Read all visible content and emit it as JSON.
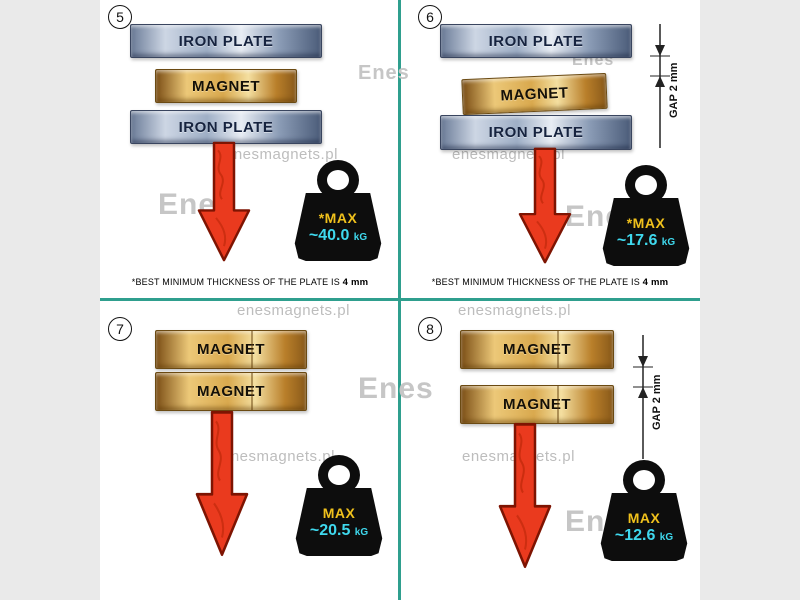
{
  "panels": [
    {
      "number": "5",
      "layers": [
        "IRON PLATE",
        "MAGNET",
        "IRON PLATE"
      ],
      "weight": {
        "max": "*MAX",
        "value": "~40.0",
        "unit": "kG"
      },
      "caption": {
        "text": "*BEST MINIMUM THICKNESS OF THE PLATE IS",
        "bold": "4 mm"
      }
    },
    {
      "number": "6",
      "layers": [
        "IRON PLATE",
        "MAGNET",
        "IRON PLATE"
      ],
      "gap_label": "GAP 2 mm",
      "weight": {
        "max": "*MAX",
        "value": "~17.6",
        "unit": "kG"
      },
      "caption": {
        "text": "*BEST MINIMUM THICKNESS OF THE PLATE IS",
        "bold": "4 mm"
      }
    },
    {
      "number": "7",
      "layers": [
        "MAGNET",
        "MAGNET"
      ],
      "weight": {
        "max": "MAX",
        "value": "~20.5",
        "unit": "kG"
      }
    },
    {
      "number": "8",
      "layers": [
        "MAGNET",
        "MAGNET"
      ],
      "gap_label": "GAP 2 mm",
      "weight": {
        "max": "MAX",
        "value": "~12.6",
        "unit": "kG"
      }
    }
  ],
  "watermark": {
    "site": "enesmagnets.pl",
    "logo": "Enes"
  },
  "colors": {
    "divider": "#2f9f8e",
    "arrow": "#ea3a1e",
    "max_text": "#f0c11c",
    "value_text": "#3fd9ee"
  }
}
